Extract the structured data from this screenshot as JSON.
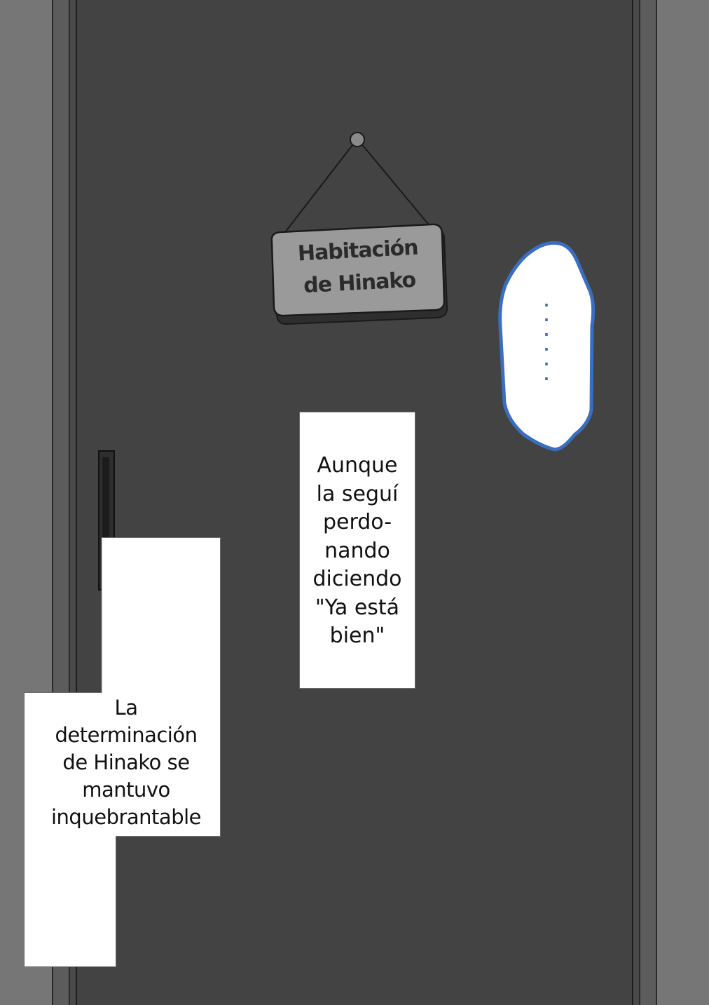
{
  "scene": {
    "colors": {
      "wall": "#767676",
      "frame": "#5c5c5c",
      "door": "#434343",
      "sign": "#9a9a9a",
      "bubble_border": "#3a6ec0",
      "caption_bg": "#ffffff"
    }
  },
  "sign": {
    "line1": "Habitación",
    "line2": "de Hinako"
  },
  "speech_bubble": {
    "text": "......"
  },
  "captions": {
    "first": {
      "lines": [
        "Aunque",
        "la seguí",
        "perdo-",
        "nando",
        "diciendo",
        "\"Ya está",
        "bien\""
      ]
    },
    "second": {
      "lines": [
        "La",
        "determinación",
        "de Hinako se",
        "mantuvo",
        "inquebrantable"
      ]
    }
  }
}
